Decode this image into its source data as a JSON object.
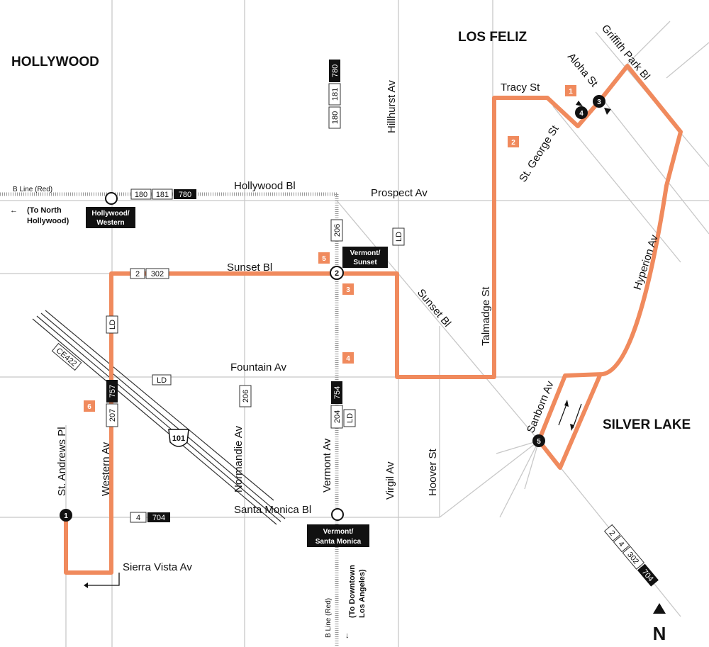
{
  "areas": {
    "hollywood": "HOLLYWOOD",
    "los_feliz": "LOS FELIZ",
    "silver_lake": "SILVER LAKE"
  },
  "streets": {
    "hollywood_bl": "Hollywood Bl",
    "prospect_av": "Prospect Av",
    "sunset_bl_west": "Sunset Bl",
    "sunset_bl_diag": "Sunset Bl",
    "fountain_av": "Fountain Av",
    "santa_monica_bl": "Santa Monica Bl",
    "sierra_vista_av": "Sierra Vista Av",
    "st_andrews_pl": "St. Andrews Pl",
    "western_av": "Western Av",
    "normandie_av": "Normandie Av",
    "vermont_av": "Vermont Av",
    "virgil_av": "Virgil Av",
    "hoover_st": "Hoover St",
    "hillhurst_av": "Hillhurst Av",
    "talmadge_st": "Talmadge St",
    "tracy_st": "Tracy St",
    "st_george_st": "St. George St",
    "aloha_st": "Aloha St",
    "griffith_park_bl": "Griffith Park Bl",
    "hyperion_av": "Hyperion Av",
    "sanborn_av": "Sanborn Av"
  },
  "rail": {
    "b_line_west": "B Line (Red)",
    "b_line_south": "B Line (Red)",
    "to_north_hollywood": [
      "(To North",
      "Hollywood)"
    ],
    "to_downtown": [
      "(To Downtown",
      "Los Angeles)"
    ]
  },
  "stations": {
    "hollywood_western": [
      "Hollywood/",
      "Western"
    ],
    "vermont_sunset": [
      "Vermont/",
      "Sunset"
    ],
    "vermont_santa_monica": [
      "Vermont/",
      "Santa Monica"
    ]
  },
  "route_badges": {
    "hollywood_bl": [
      "180",
      "181",
      "780"
    ],
    "vermont_north": [
      "180",
      "181",
      "780"
    ],
    "sunset_bl": [
      "2",
      "302"
    ],
    "vermont_206": "206",
    "ld_hillhurst": "LD",
    "ld_western": "LD",
    "ld_fountain": "LD",
    "normandie_206": "206",
    "western_south": [
      "207",
      "757"
    ],
    "vermont_south": [
      "204",
      "754"
    ],
    "ld_vermont": "LD",
    "santa_monica": [
      "4",
      "704"
    ],
    "santa_monica_east": [
      "2",
      "4",
      "302",
      "704"
    ],
    "freeway_ce": "CE422",
    "freeway_101": "101"
  },
  "segment_markers": [
    "1",
    "2",
    "3",
    "4",
    "5",
    "6"
  ],
  "timepoints": [
    "1",
    "2",
    "3",
    "4",
    "5"
  ],
  "north_arrow": "N",
  "colors": {
    "route": "#f08a5d",
    "rail": "#999999",
    "street": "#c8c8c8"
  }
}
